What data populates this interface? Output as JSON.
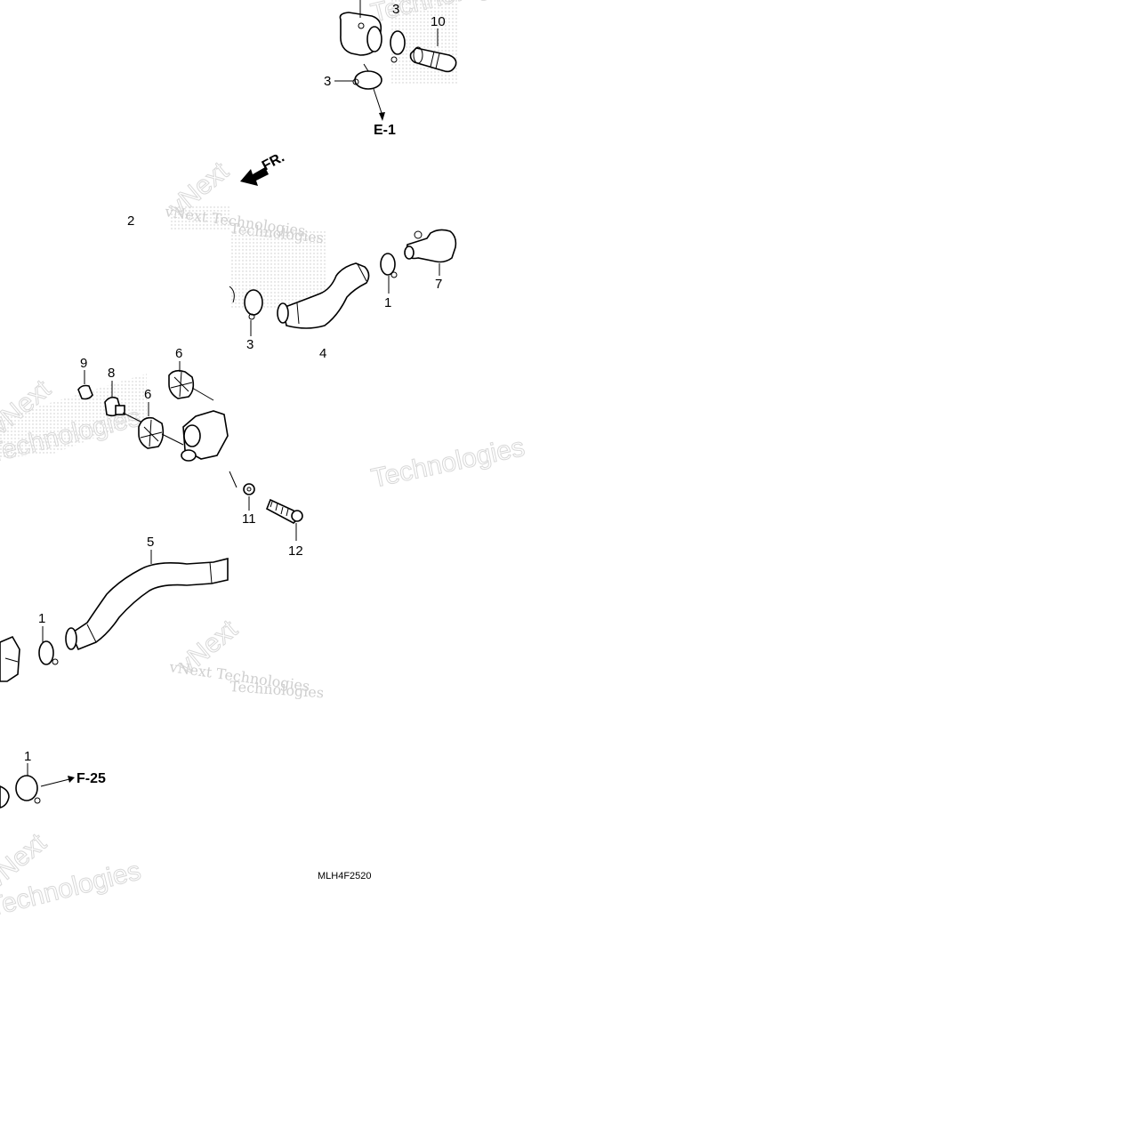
{
  "diagram": {
    "callouts": {
      "c1_a": "1",
      "c1_b": "1",
      "c1_c": "1",
      "c2": "2",
      "c3_a": "3",
      "c3_b": "3",
      "c3_c": "3",
      "c4": "4",
      "c5": "5",
      "c6_a": "6",
      "c6_b": "6",
      "c7": "7",
      "c8": "8",
      "c9": "9",
      "c10": "10",
      "c11": "11",
      "c12": "12"
    },
    "references": {
      "e1": "E-1",
      "f25": "F-25",
      "front": "FR."
    },
    "diagram_code": "MLH4F2520",
    "watermarks": {
      "w1": "vNext Technologies",
      "w2": "Technologies",
      "w3": "vNext Technologies",
      "w4": "Technologies",
      "w5": "vNext Technologies",
      "w6": "Technologies",
      "w7": "vNext"
    }
  }
}
